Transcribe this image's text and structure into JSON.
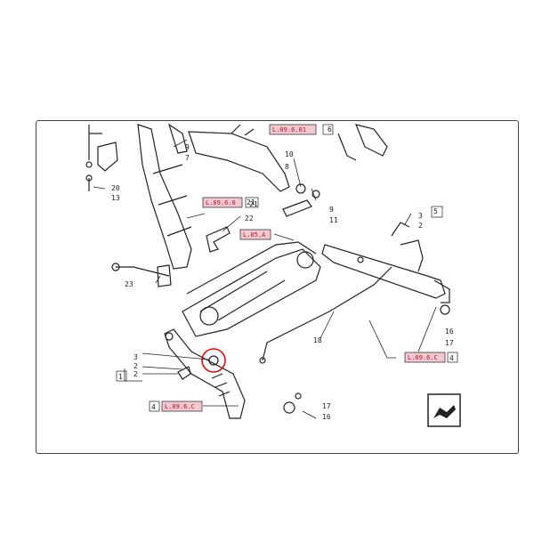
{
  "diagram": {
    "callouts": [
      "1",
      "2",
      "3",
      "2",
      "9",
      "7",
      "10",
      "8",
      "9",
      "11",
      "20",
      "13",
      "21",
      "22",
      "23",
      "3",
      "2",
      "5",
      "16",
      "17",
      "18",
      "4",
      "17",
      "16",
      "4",
      "6"
    ],
    "ref_codes": [
      "L.09.6.01",
      "L.09.6.0",
      "L.05.A",
      "L.09.6.C",
      "L.09.6.C"
    ],
    "ref_box_numbers": [
      "6",
      "21",
      "5",
      "4",
      "4",
      "1"
    ],
    "colors": {
      "highlight_circle": "#d01010",
      "ref_fill": "#f2c9d1",
      "ref_text": "#b01030",
      "line": "#222222"
    }
  },
  "nav_icon": "bent-arrow-icon"
}
